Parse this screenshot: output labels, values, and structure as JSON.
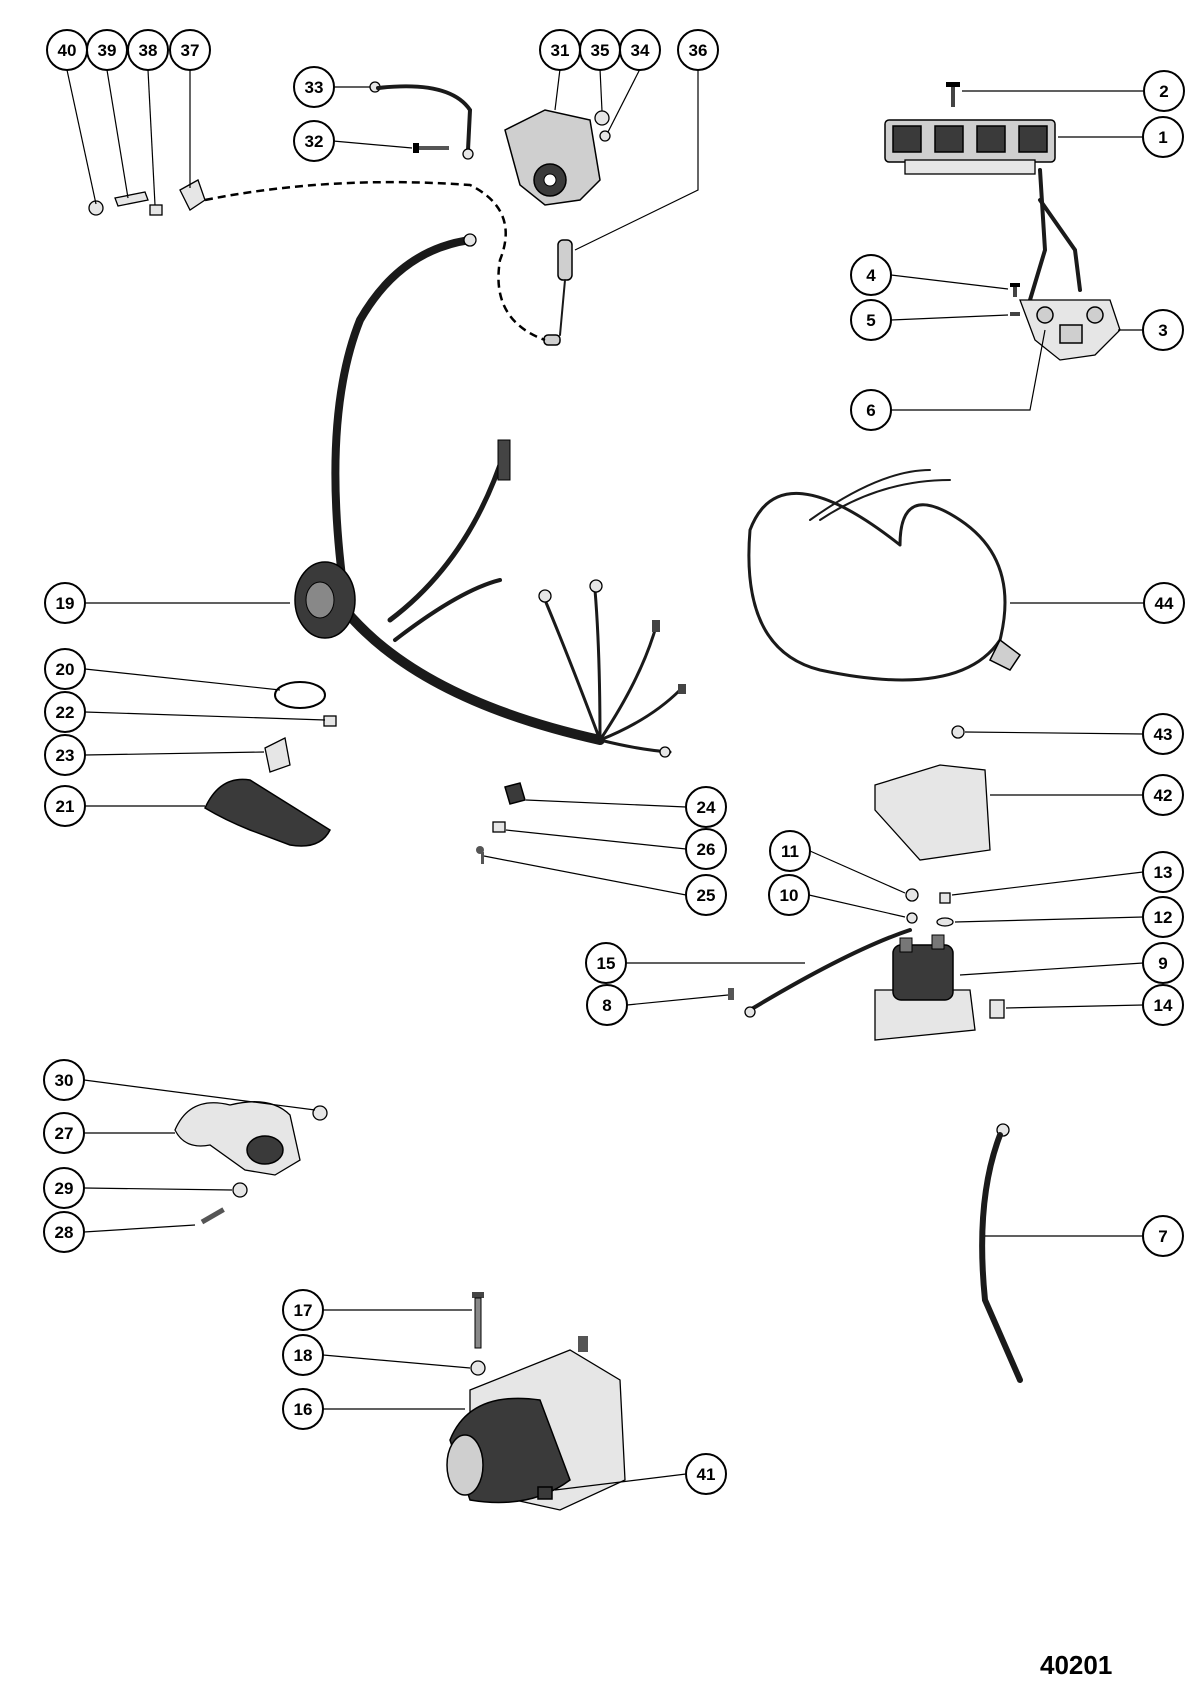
{
  "figure_number": "40201",
  "callouts": [
    {
      "id": "c40",
      "label": "40"
    },
    {
      "id": "c39",
      "label": "39"
    },
    {
      "id": "c38",
      "label": "38"
    },
    {
      "id": "c37",
      "label": "37"
    },
    {
      "id": "c33",
      "label": "33"
    },
    {
      "id": "c32",
      "label": "32"
    },
    {
      "id": "c31",
      "label": "31"
    },
    {
      "id": "c35",
      "label": "35"
    },
    {
      "id": "c34",
      "label": "34"
    },
    {
      "id": "c36",
      "label": "36"
    },
    {
      "id": "c2",
      "label": "2"
    },
    {
      "id": "c1",
      "label": "1"
    },
    {
      "id": "c4",
      "label": "4"
    },
    {
      "id": "c5",
      "label": "5"
    },
    {
      "id": "c3",
      "label": "3"
    },
    {
      "id": "c6",
      "label": "6"
    },
    {
      "id": "c19",
      "label": "19"
    },
    {
      "id": "c44",
      "label": "44"
    },
    {
      "id": "c20",
      "label": "20"
    },
    {
      "id": "c22",
      "label": "22"
    },
    {
      "id": "c23",
      "label": "23"
    },
    {
      "id": "c21",
      "label": "21"
    },
    {
      "id": "c43",
      "label": "43"
    },
    {
      "id": "c42",
      "label": "42"
    },
    {
      "id": "c24",
      "label": "24"
    },
    {
      "id": "c26",
      "label": "26"
    },
    {
      "id": "c25",
      "label": "25"
    },
    {
      "id": "c11",
      "label": "11"
    },
    {
      "id": "c13",
      "label": "13"
    },
    {
      "id": "c10",
      "label": "10"
    },
    {
      "id": "c12",
      "label": "12"
    },
    {
      "id": "c15",
      "label": "15"
    },
    {
      "id": "c9",
      "label": "9"
    },
    {
      "id": "c8",
      "label": "8"
    },
    {
      "id": "c14",
      "label": "14"
    },
    {
      "id": "c30",
      "label": "30"
    },
    {
      "id": "c27",
      "label": "27"
    },
    {
      "id": "c29",
      "label": "29"
    },
    {
      "id": "c28",
      "label": "28"
    },
    {
      "id": "c7",
      "label": "7"
    },
    {
      "id": "c17",
      "label": "17"
    },
    {
      "id": "c18",
      "label": "18"
    },
    {
      "id": "c16",
      "label": "16"
    },
    {
      "id": "c41",
      "label": "41"
    }
  ]
}
